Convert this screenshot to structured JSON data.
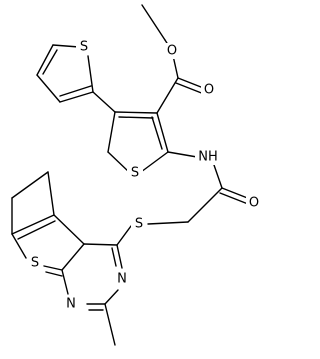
{
  "diagram": {
    "type": "chemical-structure",
    "atoms": {
      "O_ester": "O",
      "O_carbonyl": "O",
      "S_thienyl": "S",
      "S_thiophene": "S",
      "N_amide": "NH",
      "O_amide": "O",
      "S_linker": "S",
      "S_fused": "S",
      "N_pyr1": "N",
      "N_pyr2": "N"
    }
  }
}
